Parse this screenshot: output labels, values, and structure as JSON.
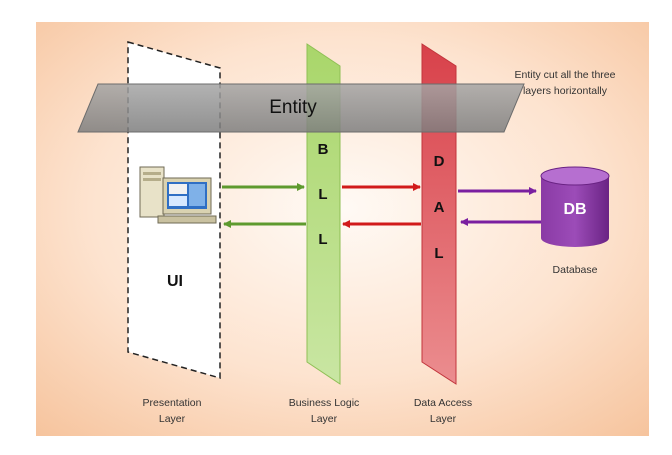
{
  "diagram": {
    "entity_label": "Entity",
    "entity_note_line1": "Entity cut all the three",
    "entity_note_line2": "layers horizontally",
    "ui_label": "UI",
    "bll_letters": [
      "B",
      "L",
      "L"
    ],
    "dal_letters": [
      "D",
      "A",
      "L"
    ],
    "db_label": "DB",
    "database_caption": "Database",
    "layers": [
      {
        "line1": "Presentation",
        "line2": "Layer"
      },
      {
        "line1": "Business Logic",
        "line2": "Layer"
      },
      {
        "line1": "Data Access",
        "line2": "Layer"
      }
    ],
    "colors": {
      "background_edge": "#f7c9a5",
      "background_center": "#fff8f2",
      "bll": "#9ccc5e",
      "dal": "#d9484e",
      "entity_band": "#9a9a9a",
      "green_arrow": "#5e9a2e",
      "red_arrow": "#d11a1a",
      "purple_arrow": "#7a1fa0",
      "database": "#7e2f9a"
    },
    "icons": [
      "computer-icon",
      "database-icon"
    ]
  }
}
